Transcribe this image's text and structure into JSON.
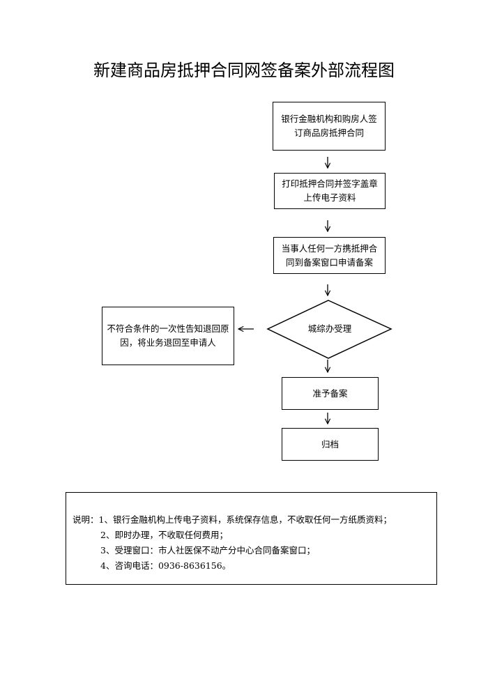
{
  "document": {
    "title": "新建商品房抵押合同网签备案外部流程图"
  },
  "flowchart": {
    "step1": "银行金融机构和购房人签订商品房抵押合同",
    "step2": "打印抵押合同并签字盖章上传电子资料",
    "step3": "当事人任何一方携抵押合同到备案窗口申请备案",
    "decision": "城综办受理",
    "reject": "不符合条件的一次性告知退回原因，将业务退回至申请人",
    "step4": "准予备案",
    "step5": "归档"
  },
  "notes": {
    "line1": "说明：1、银行金融机构上传电子资料，系统保存信息，不收取任何一方纸质资料；",
    "line2": "2、即时办理，不收取任何费用；",
    "line3": "3、受理窗口：市人社医保不动产分中心合同备案窗口；",
    "line4": "4、咨询电话：0936-8636156。"
  }
}
